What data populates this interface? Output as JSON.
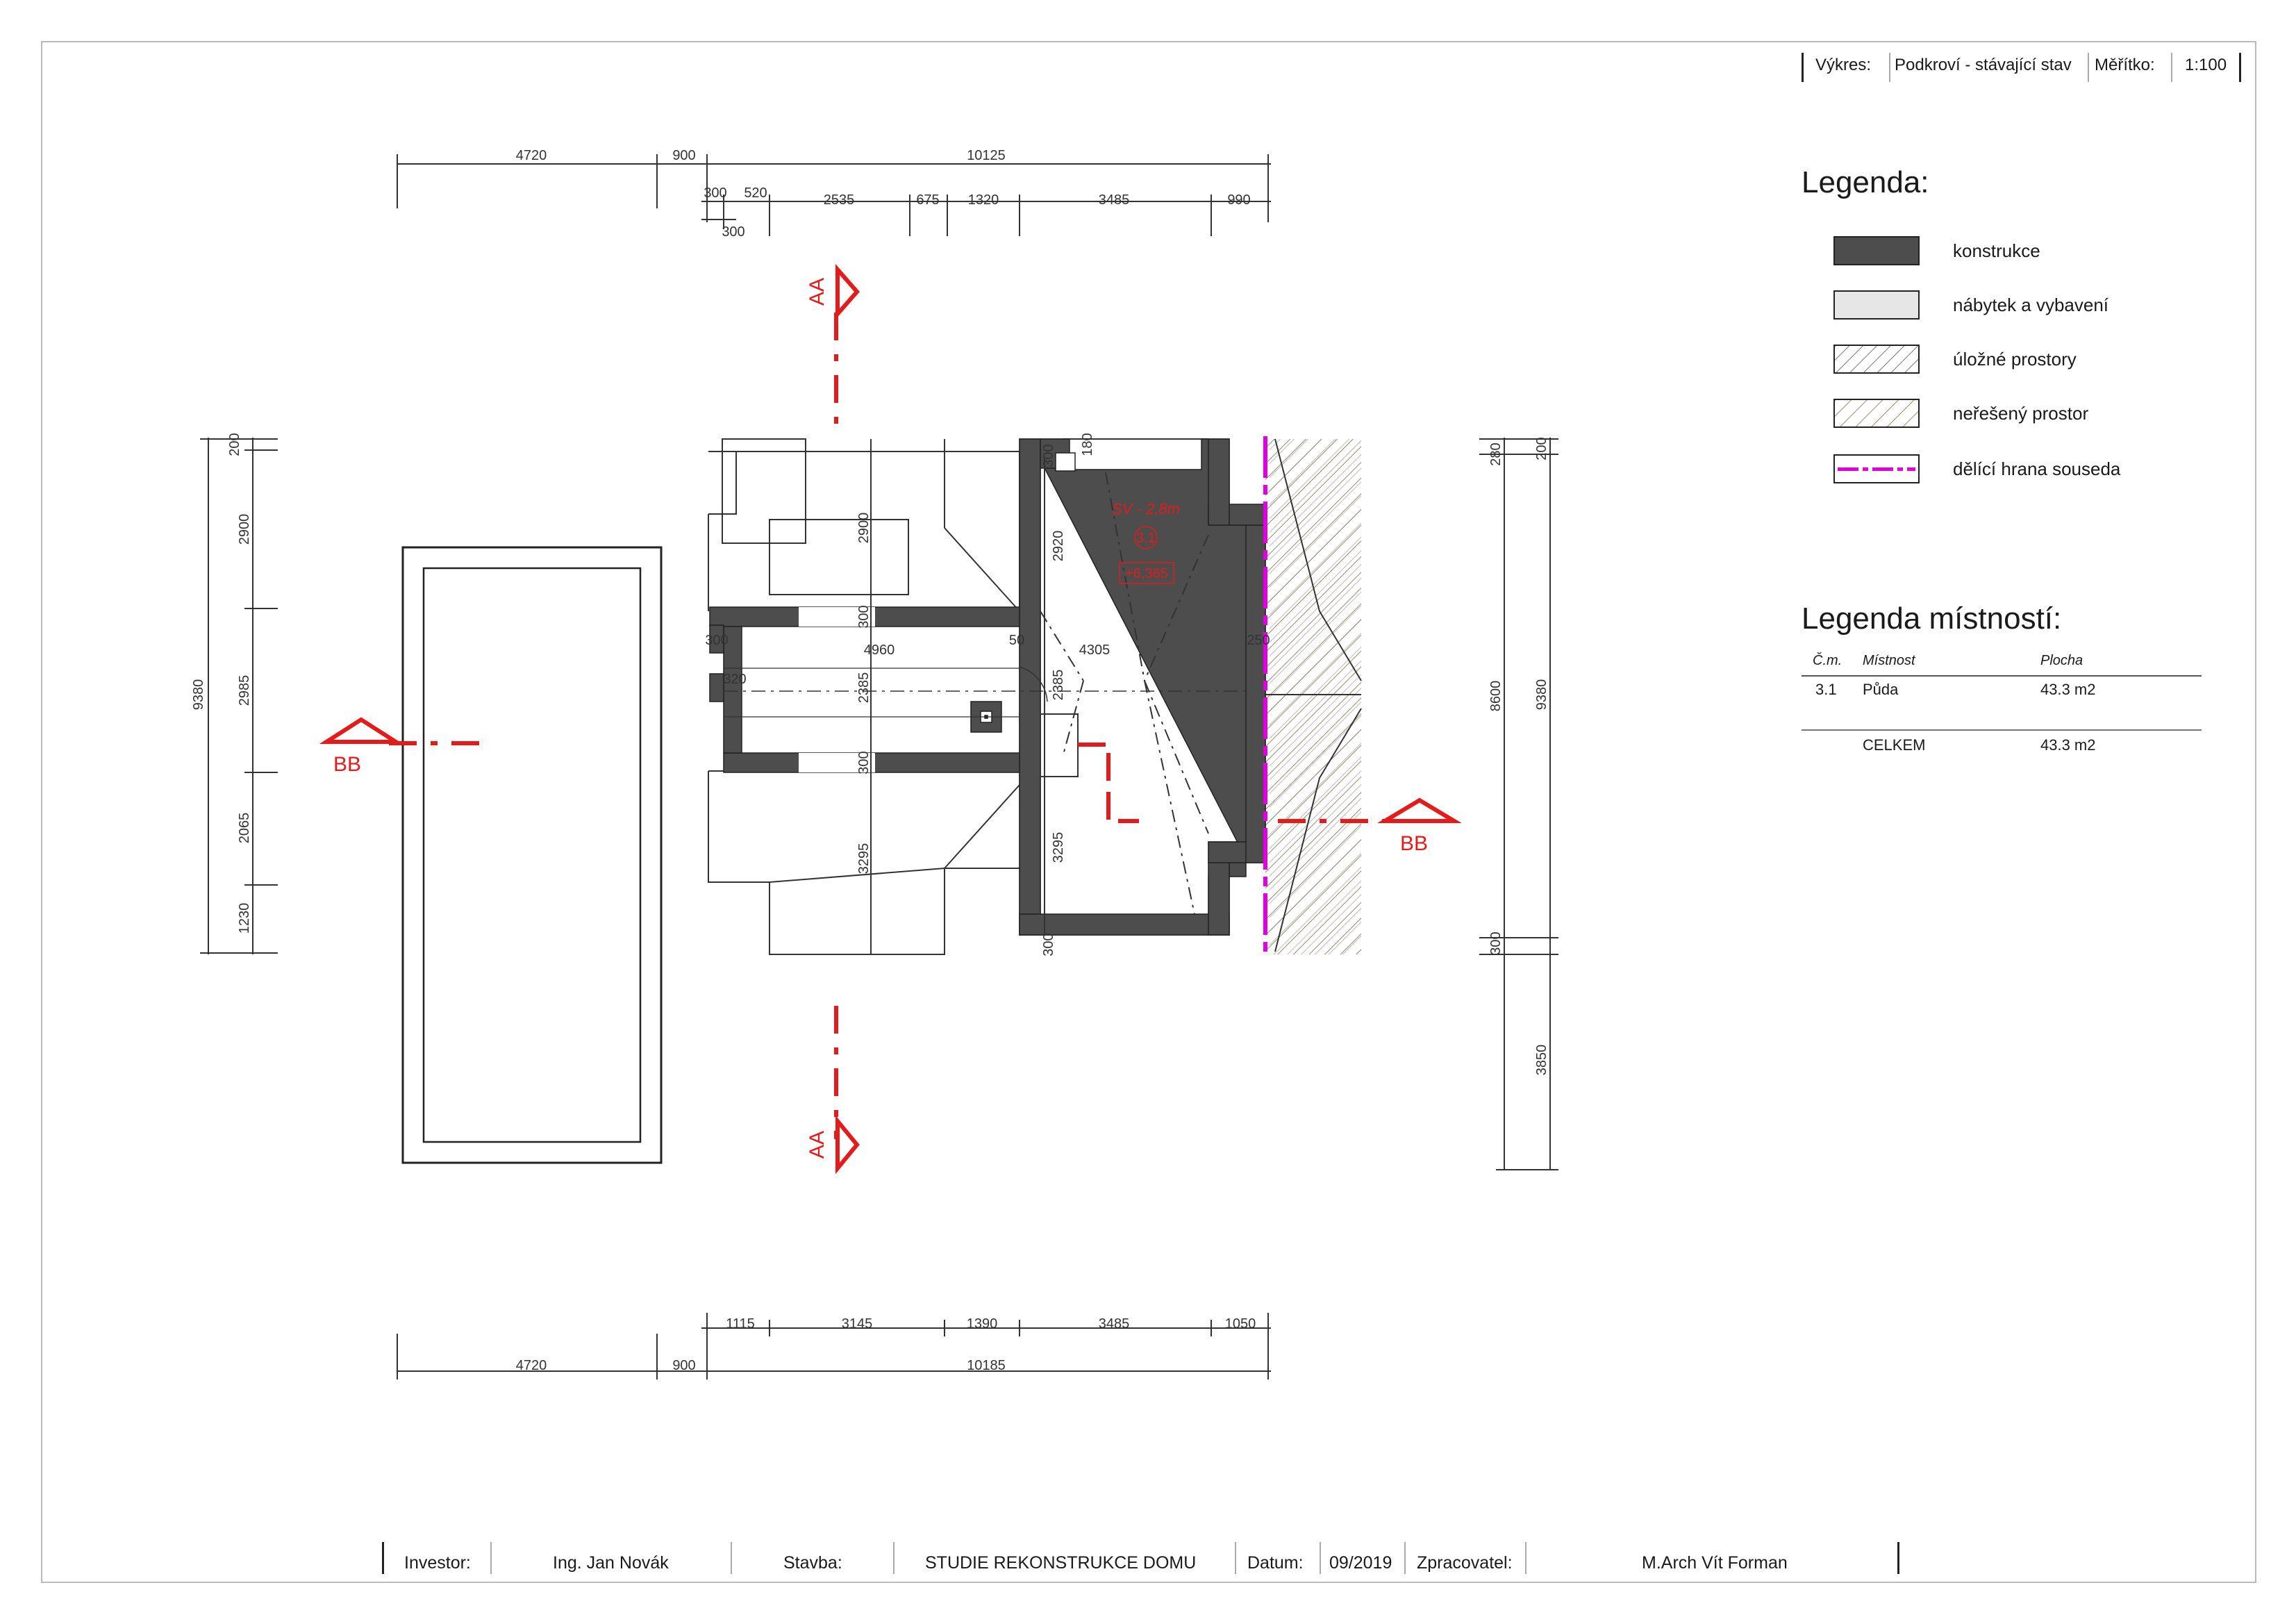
{
  "header": {
    "vykres_label": "Výkres:",
    "vykres_value": "Podkroví - stávající stav",
    "meritko_label": "Měřítko:",
    "meritko_value": "1:100"
  },
  "legend": {
    "title": "Legenda:",
    "items": [
      {
        "label": "konstrukce",
        "style": "solid",
        "color": "#4d4d4d"
      },
      {
        "label": "nábytek a vybavení",
        "style": "solid",
        "color": "#e6e6e6"
      },
      {
        "label": "úložné prostory",
        "style": "hatch-grey"
      },
      {
        "label": "neřešený prostor",
        "style": "hatch-tan"
      },
      {
        "label": "dělící hrana souseda",
        "style": "magenta-line",
        "color": "#e000e0"
      }
    ]
  },
  "rooms": {
    "title": "Legenda místností:",
    "columns": [
      "Č.m.",
      "Místnost",
      "Plocha"
    ],
    "rows": [
      {
        "num": "3.1",
        "name": "Půda",
        "area": "43.3 m2"
      }
    ],
    "total_label": "CELKEM",
    "total_value": "43.3 m2"
  },
  "plan": {
    "room_label": "SV - 2,8m",
    "room_number": "3.1",
    "room_level": "+6,365",
    "section_a": "AA",
    "section_b": "BB",
    "dims": {
      "top1": [
        "4720",
        "900",
        "10125"
      ],
      "top2": [
        "300",
        "520",
        "2535",
        "675",
        "1320",
        "3485",
        "990"
      ],
      "top3": "300",
      "bottom1": [
        "1115",
        "3145",
        "1390",
        "3485",
        "1050"
      ],
      "bottom2": [
        "4720",
        "900",
        "10185"
      ],
      "left1": "9380",
      "left2": [
        "200",
        "2900",
        "2985",
        "2065",
        "1230"
      ],
      "right_seg": [
        "280",
        "200",
        "8600",
        "300",
        "3850"
      ],
      "right_total": "9380",
      "inner": [
        "2900",
        "300",
        "300",
        "3295",
        "4960",
        "2385",
        "50",
        "4305",
        "250",
        "300",
        "320",
        "300",
        "180",
        "2920",
        "2385",
        "3295",
        "300"
      ]
    }
  },
  "footer": {
    "investor_label": "Investor:",
    "investor_value": "Ing. Jan Novák",
    "stavba_label": "Stavba:",
    "stavba_value": "STUDIE REKONSTRUKCE DOMU",
    "datum_label": "Datum:",
    "datum_value": "09/2019",
    "zpracovatel_label": "Zpracovatel:",
    "zpracovatel_value": "M.Arch Vít Forman"
  },
  "colors": {
    "wall": "#4d4d4d",
    "section": "#e31b1b",
    "neighbor": "#e000e0",
    "line": "#333333"
  }
}
